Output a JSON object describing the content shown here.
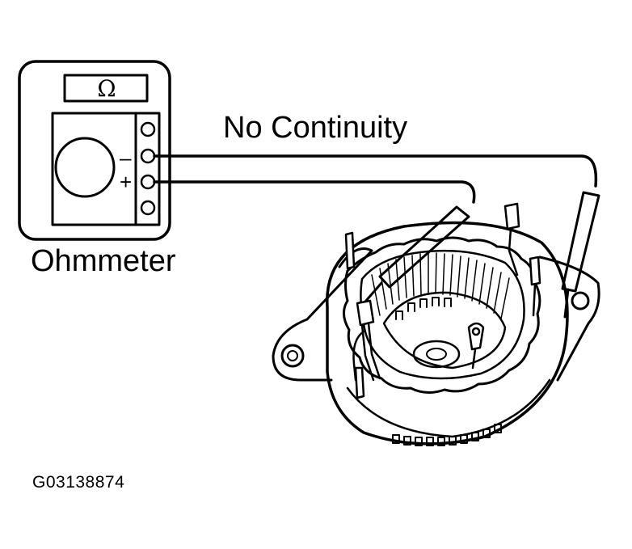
{
  "labels": {
    "test_result": "No Continuity",
    "instrument": "Ohmmeter",
    "figure_id": "G03138874",
    "display_symbol": "Ω",
    "terminal_negative": "–",
    "terminal_positive": "+"
  },
  "colors": {
    "ink": "#000000",
    "paper": "#ffffff"
  }
}
